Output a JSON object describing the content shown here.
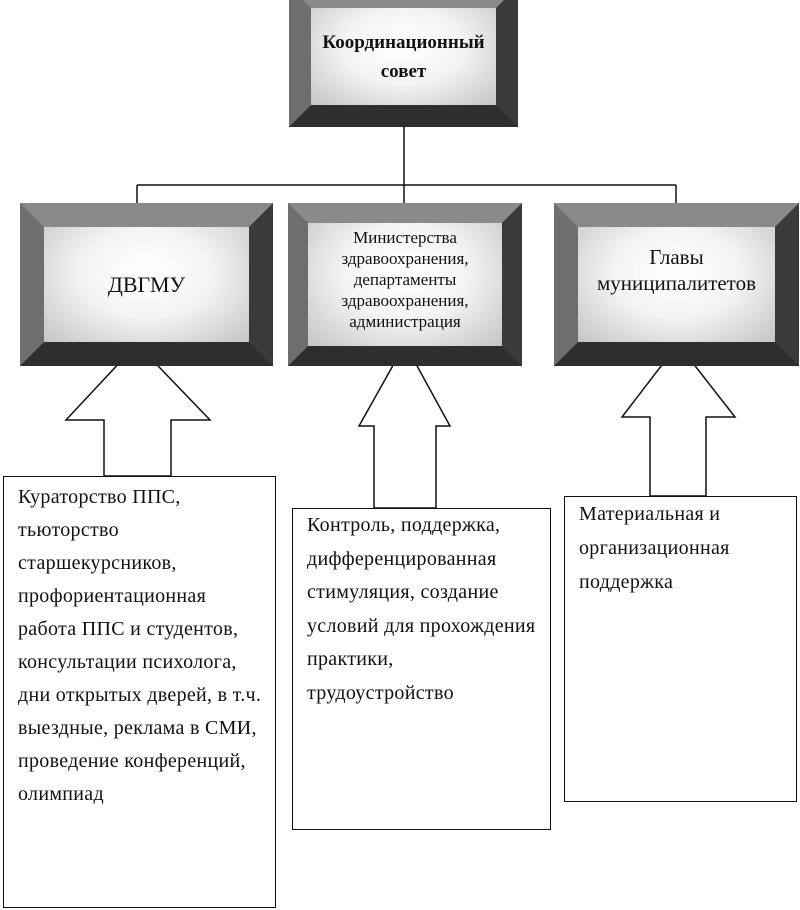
{
  "nodes": {
    "council": "Координационный совет",
    "dvgmu": "ДВГМУ",
    "ministry": "Министерства здравоохранения, департаменты здравоохранения, администрация",
    "municipal": "Главы муниципалитетов"
  },
  "descriptions": {
    "dvgmu": "Кураторство ППС, тьюторство старшекурсников, профориентационная работа ППС и студентов, консультации психолога, дни открытых дверей, в т.ч. выездные, реклама в СМИ, проведение конференций, олимпиад",
    "ministry": "Контроль, поддержка, дифференцированная стимуляция, создание условий для прохождения практики, трудоустройство",
    "municipal": "Материальная и организационная поддержка"
  }
}
